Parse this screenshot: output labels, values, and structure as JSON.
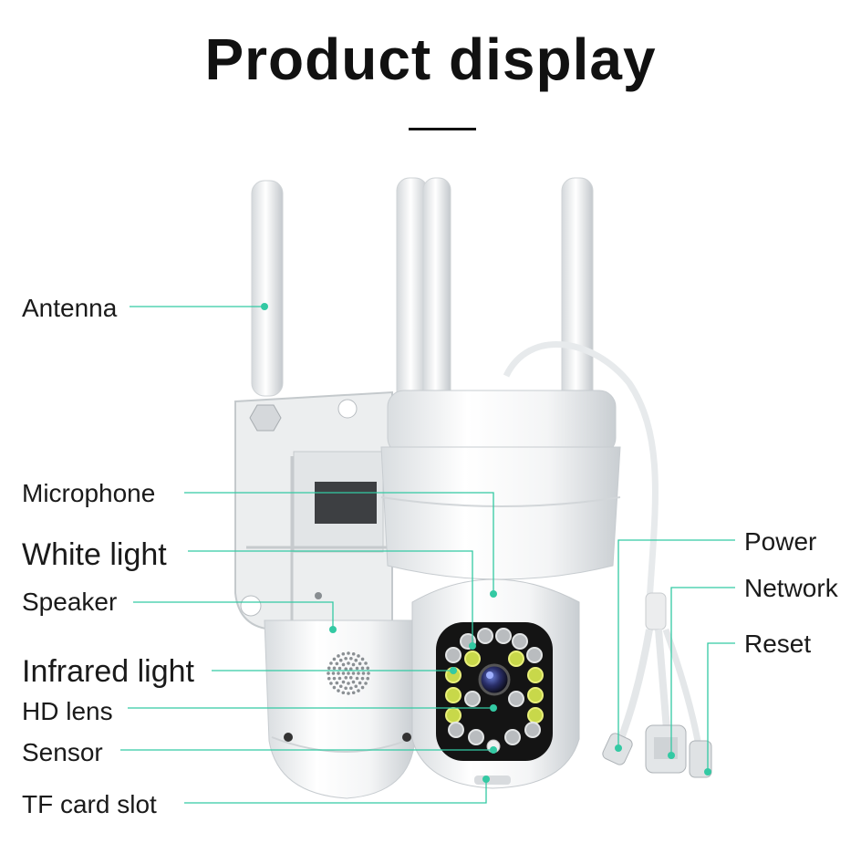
{
  "title": "Product display",
  "accent_color": "#33c9a3",
  "labels": {
    "antenna": "Antenna",
    "microphone": "Microphone",
    "white_light": "White light",
    "speaker": "Speaker",
    "infrared_light": "Infrared light",
    "hd_lens": "HD lens",
    "sensor": "Sensor",
    "tf_card_slot": "TF card slot",
    "power": "Power",
    "network": "Network",
    "reset": "Reset"
  }
}
